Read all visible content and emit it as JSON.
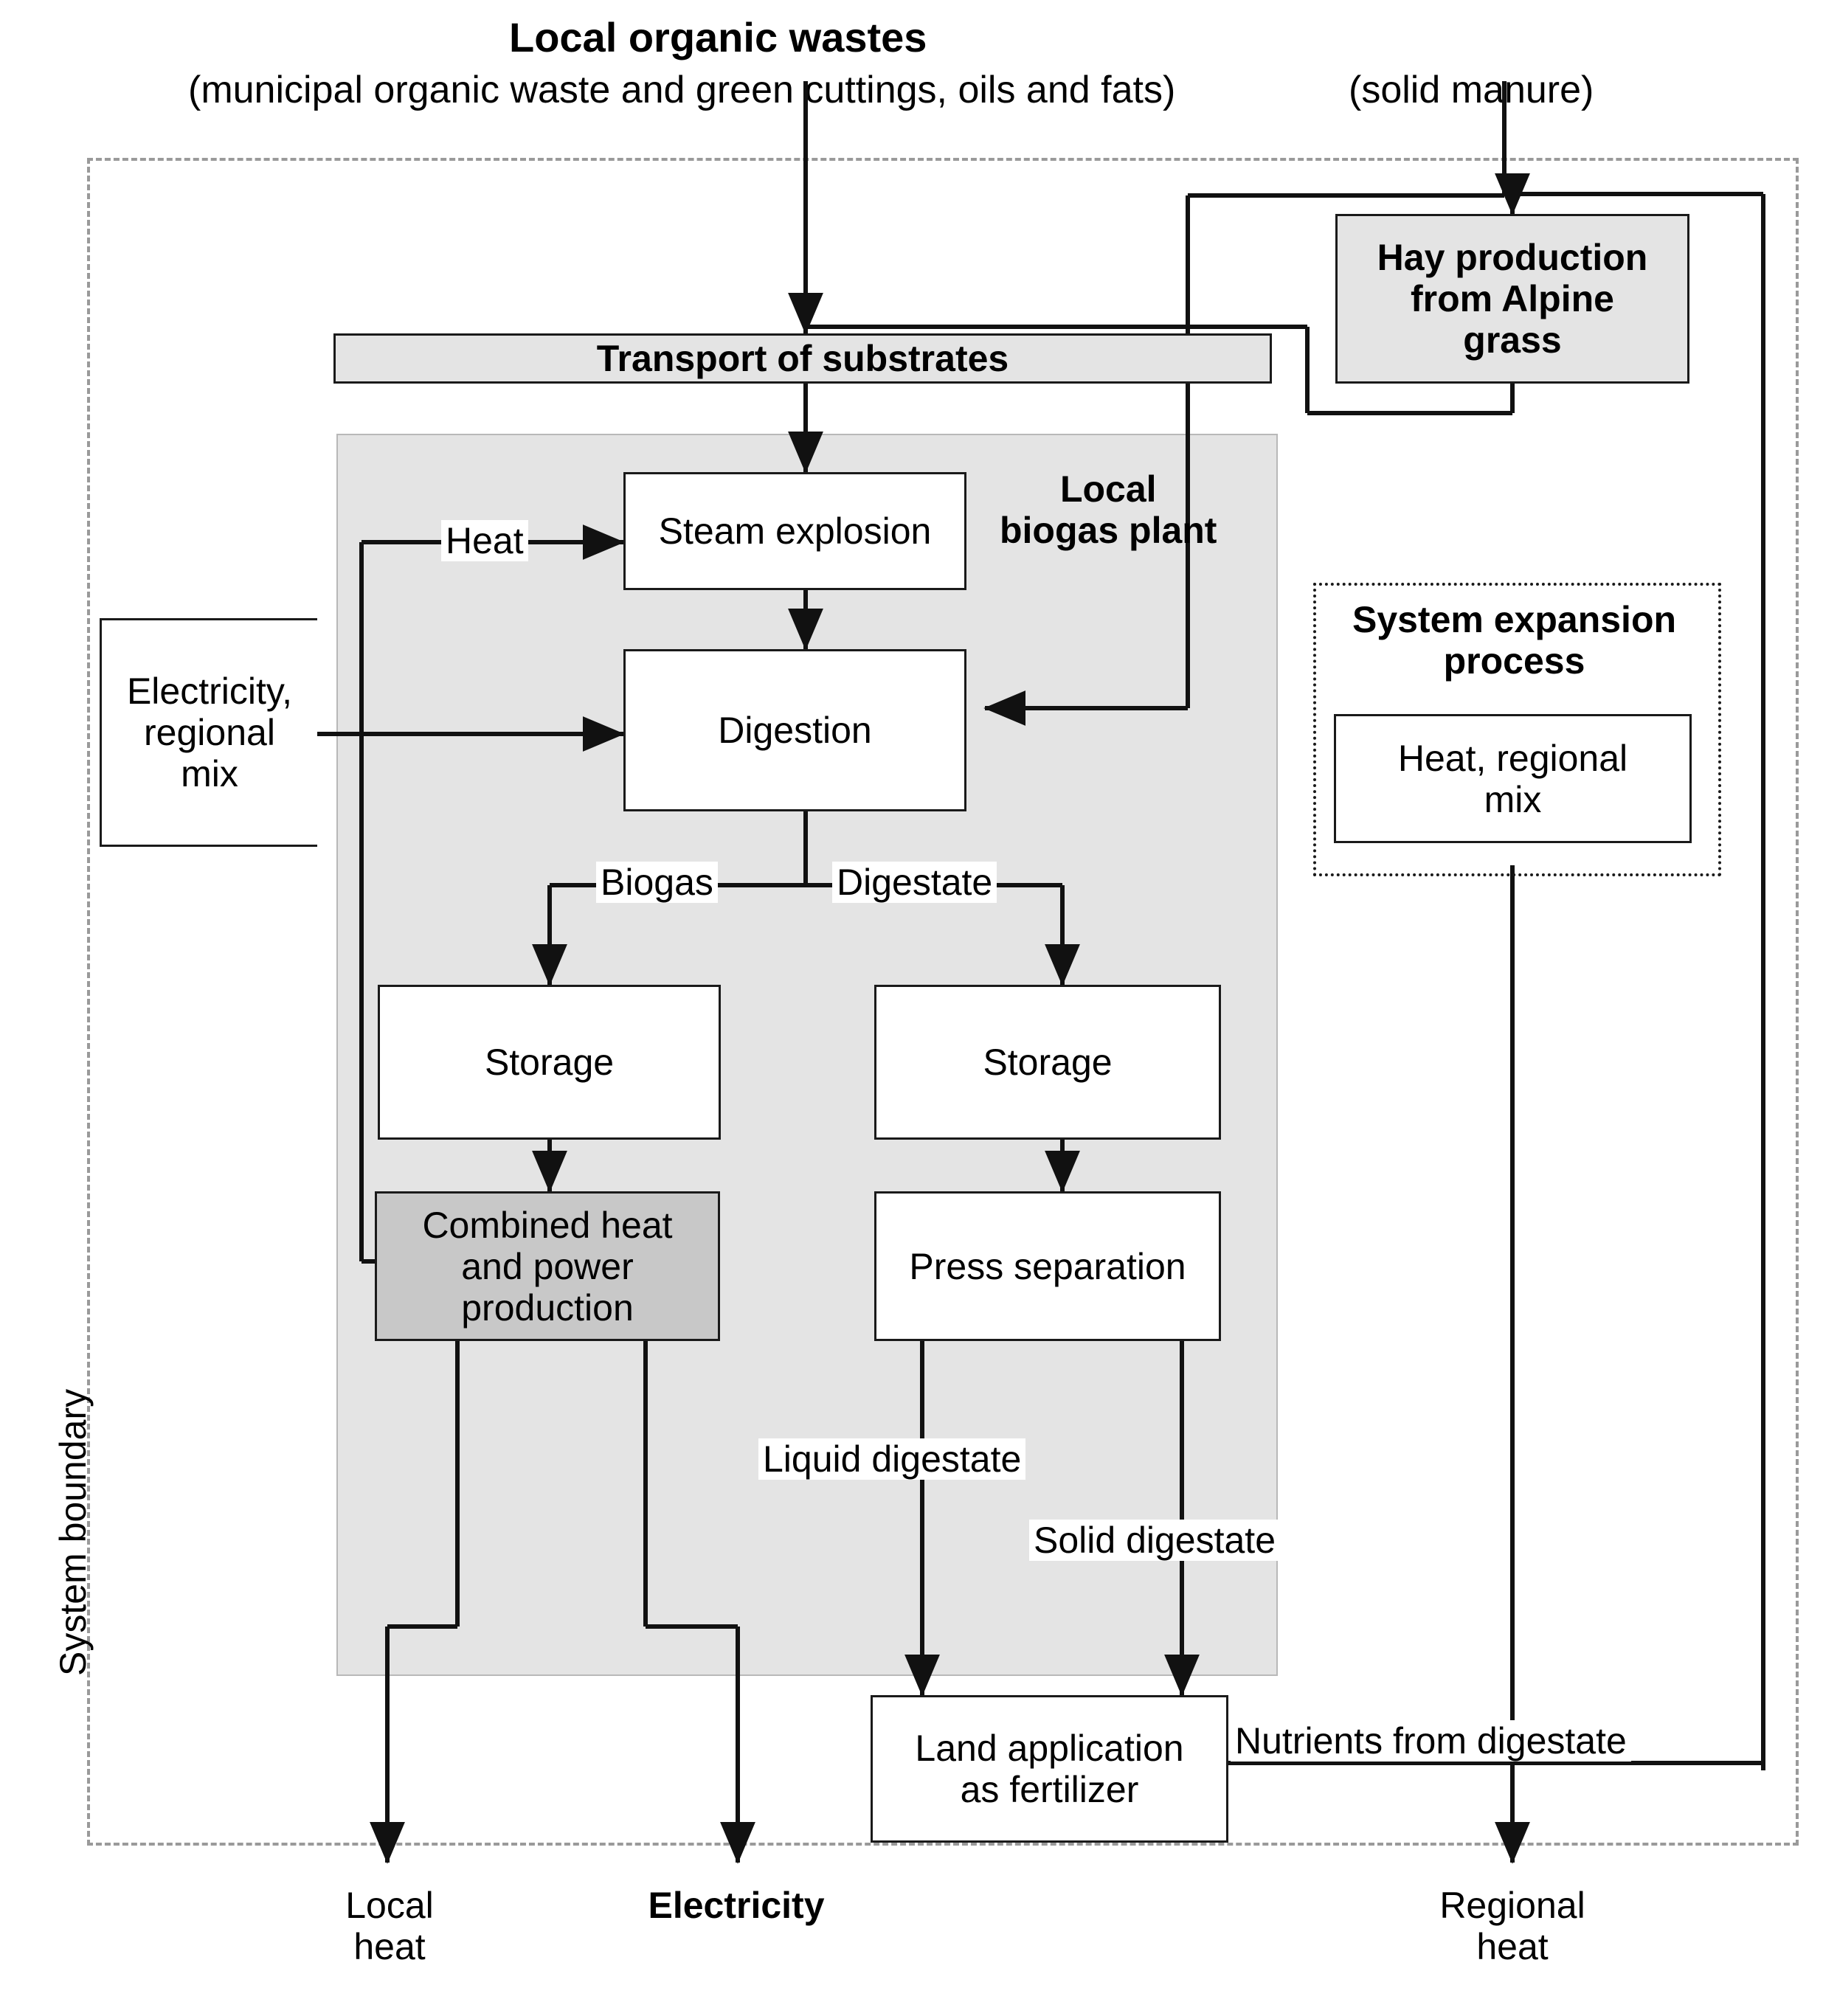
{
  "diagram": {
    "title": "Local organic wastes",
    "subtitle_left": "(municipal organic waste and green cuttings, oils and fats)",
    "subtitle_right": "(solid manure)",
    "system_boundary_label": "System boundary",
    "plant_label": "Local\nbiogas plant",
    "plant_label_line1": "Local",
    "plant_label_line2": "biogas plant",
    "colors": {
      "plant_fill": "#e4e4e4",
      "process_fill": "#ffffff",
      "highlight_fill": "#c8c8c8",
      "grey_box_fill": "#e4e4e4",
      "stroke": "#1a1a1a",
      "boundary": "#9a9a9a"
    }
  },
  "nodes": {
    "hay_production": "Hay production\nfrom Alpine\ngrass",
    "hay_production_l1": "Hay production",
    "hay_production_l2": "from Alpine",
    "hay_production_l3": "grass",
    "transport": "Transport of substrates",
    "steam_explosion": "Steam explosion",
    "digestion": "Digestion",
    "electricity_mix_l1": "Electricity,",
    "electricity_mix_l2": "regional",
    "electricity_mix_l3": "mix",
    "system_expansion_l1": "System expansion",
    "system_expansion_l2": "process",
    "heat_regional_mix_l1": "Heat, regional",
    "heat_regional_mix_l2": "mix",
    "storage_biogas": "Storage",
    "storage_digestate": "Storage",
    "chp_l1": "Combined heat",
    "chp_l2": "and power",
    "chp_l3": "production",
    "press_separation": "Press separation",
    "land_application_l1": "Land application",
    "land_application_l2": "as fertilizer"
  },
  "edge_labels": {
    "heat": "Heat",
    "biogas": "Biogas",
    "digestate": "Digestate",
    "liquid_digestate": "Liquid digestate",
    "solid_digestate": "Solid digestate",
    "nutrients": "Nutrients from digestate"
  },
  "outputs": {
    "local_heat_l1": "Local",
    "local_heat_l2": "heat",
    "electricity": "Electricity",
    "regional_heat_l1": "Regional",
    "regional_heat_l2": "heat"
  }
}
